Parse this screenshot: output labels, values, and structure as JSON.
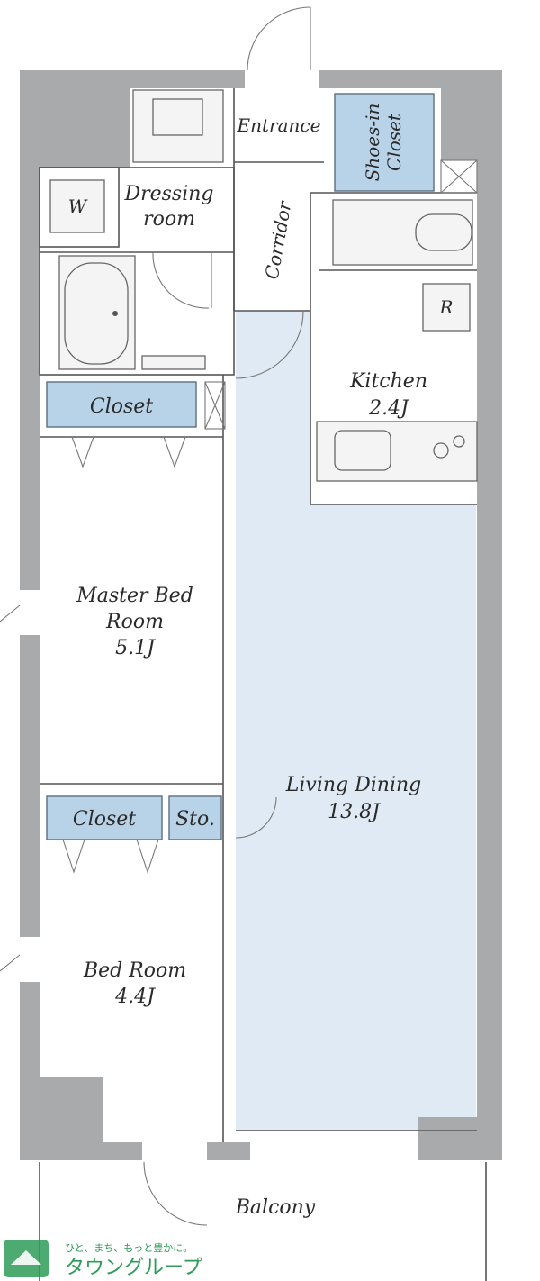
{
  "rooms": {
    "entrance": "Entrance",
    "shoes_closet_line1": "Shoes-in",
    "shoes_closet_line2": "Closet",
    "dressing_line1": "Dressing",
    "dressing_line2": "room",
    "washer": "W",
    "corridor": "Corridor",
    "fridge": "R",
    "kitchen_name": "Kitchen",
    "kitchen_size": "2.4J",
    "closet_top": "Closet",
    "master_line1": "Master Bed",
    "master_line2": "Room",
    "master_size": "5.1J",
    "closet_bottom": "Closet",
    "storage": "Sto.",
    "living_name": "Living Dining",
    "living_size": "13.8J",
    "bed_name": "Bed Room",
    "bed_size": "4.4J",
    "balcony": "Balcony"
  },
  "logo": {
    "tagline": "ひと、まち、もっと豊かに。",
    "name": "タウングループ"
  },
  "colors": {
    "wall": "#a9aaac",
    "closet_blue": "#b8d3e8",
    "living_blue": "#dfeaf4",
    "logo_green": "#2e9b57"
  }
}
